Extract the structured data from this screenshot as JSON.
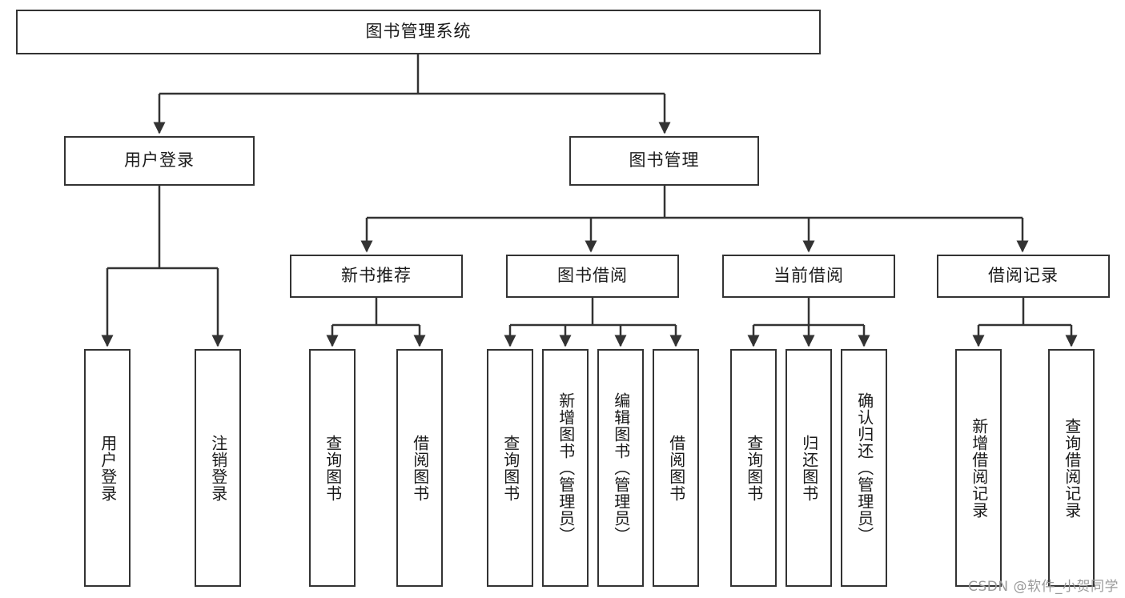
{
  "diagram": {
    "title": "图书管理系统",
    "type": "hierarchy-tree",
    "root": {
      "id": "root",
      "label": "图书管理系统"
    },
    "level2": [
      {
        "id": "user-login",
        "label": "用户登录"
      },
      {
        "id": "book-manage",
        "label": "图书管理"
      }
    ],
    "level3": [
      {
        "id": "new-book-rec",
        "label": "新书推荐",
        "parent": "book-manage"
      },
      {
        "id": "book-borrow",
        "label": "图书借阅",
        "parent": "book-manage"
      },
      {
        "id": "current-borrow",
        "label": "当前借阅",
        "parent": "book-manage"
      },
      {
        "id": "borrow-record",
        "label": "借阅记录",
        "parent": "book-manage"
      }
    ],
    "leaves": {
      "user_login": [
        {
          "id": "leaf-user-login",
          "label": "用户登录"
        },
        {
          "id": "leaf-user-logout",
          "label": "注销登录"
        }
      ],
      "new_book_rec": [
        {
          "id": "leaf-query-book-1",
          "label": "查询图书"
        },
        {
          "id": "leaf-borrow-book-1",
          "label": "借阅图书"
        }
      ],
      "book_borrow": [
        {
          "id": "leaf-query-book-2",
          "label": "查询图书"
        },
        {
          "id": "leaf-add-book",
          "label": "新增图书（管理员）"
        },
        {
          "id": "leaf-edit-book",
          "label": "编辑图书（管理员）"
        },
        {
          "id": "leaf-borrow-book-2",
          "label": "借阅图书"
        }
      ],
      "current_borrow": [
        {
          "id": "leaf-query-book-3",
          "label": "查询图书"
        },
        {
          "id": "leaf-return-book",
          "label": "归还图书"
        },
        {
          "id": "leaf-confirm-return",
          "label": "确认归还（管理员）"
        }
      ],
      "borrow_record": [
        {
          "id": "leaf-add-record",
          "label": "新增借阅记录"
        },
        {
          "id": "leaf-query-record",
          "label": "查询借阅记录"
        }
      ]
    },
    "watermark": "CSDN @软件_小贺同学",
    "colors": {
      "stroke": "#333333",
      "fill": "#ffffff",
      "text": "#1a1a1a",
      "watermark": "#9a9a9a"
    }
  }
}
